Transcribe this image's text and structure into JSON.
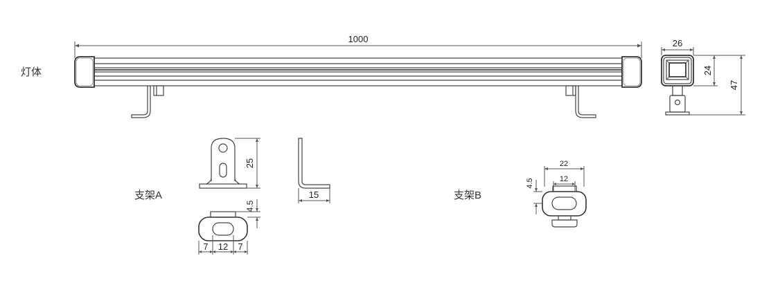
{
  "labels": {
    "lamp_body": "灯体",
    "bracket_a": "支架A",
    "bracket_b": "支架B"
  },
  "dimensions": {
    "length": "1000",
    "end_width": "26",
    "end_height_inner": "24",
    "end_height_total": "47",
    "bracket_a_height": "25",
    "bracket_a_depth": "15",
    "bracket_a_thickness": "4.5",
    "bracket_a_slot_left": "7",
    "bracket_a_slot": "12",
    "bracket_a_slot_right": "7",
    "bracket_b_width": "22",
    "bracket_b_slot": "12",
    "bracket_b_thickness": "4.5"
  },
  "colors": {
    "line": "#444444",
    "text": "#333333"
  }
}
